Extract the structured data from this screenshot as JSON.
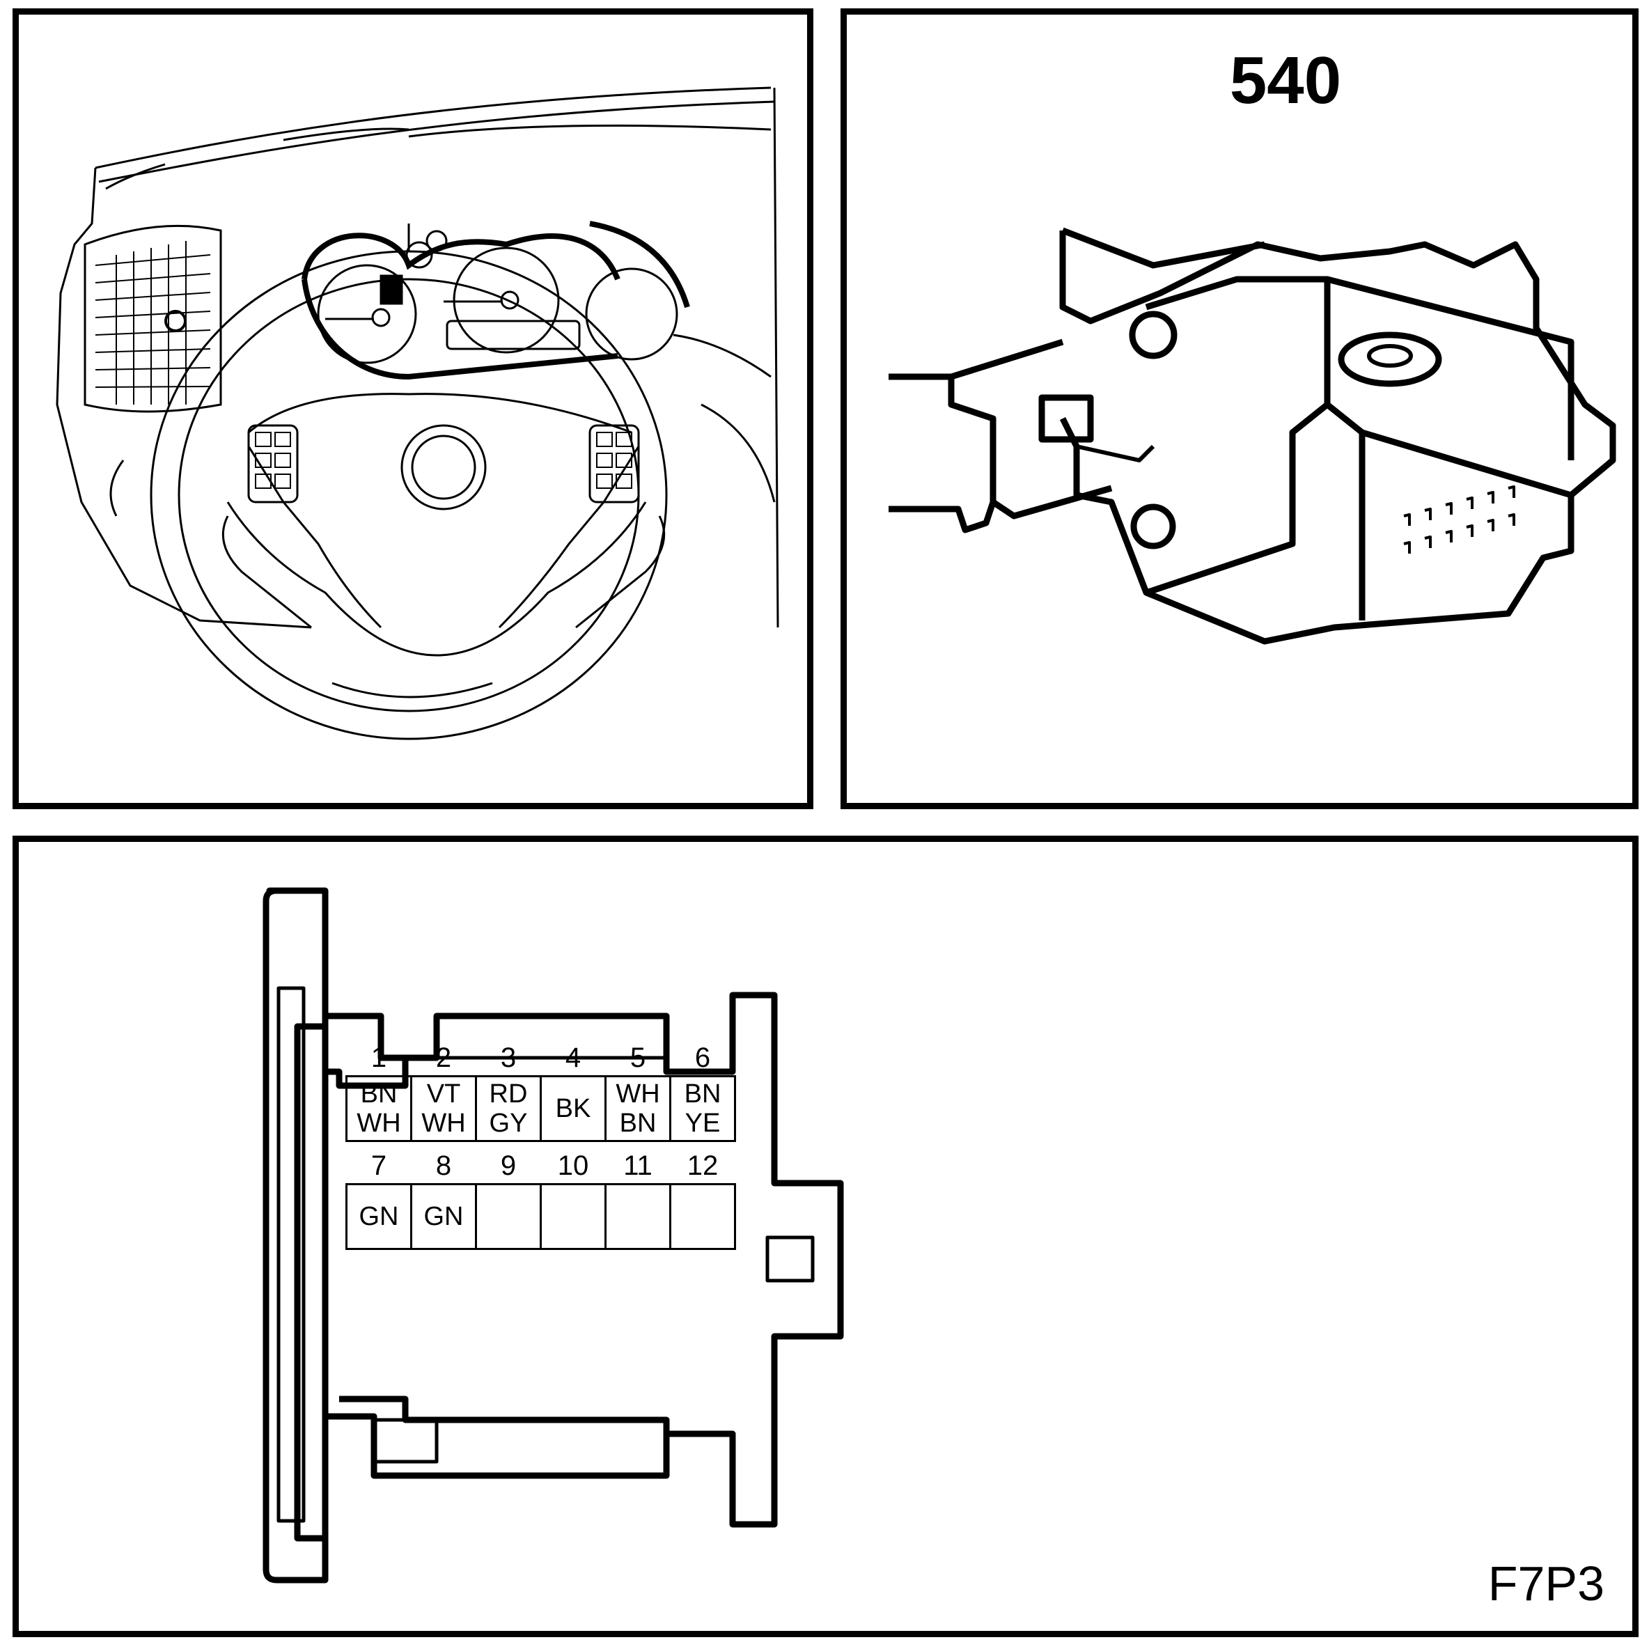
{
  "location_view": {
    "description_icon": "steering-wheel-dashboard-icon"
  },
  "connector_view": {
    "connector_number": "540",
    "icon": "connector-housing-icon"
  },
  "pinout": {
    "pins": [
      {
        "number": "1",
        "line1": "BN",
        "line2": "WH"
      },
      {
        "number": "2",
        "line1": "VT",
        "line2": "WH"
      },
      {
        "number": "3",
        "line1": "RD",
        "line2": "GY"
      },
      {
        "number": "4",
        "line1": "BK",
        "line2": ""
      },
      {
        "number": "5",
        "line1": "WH",
        "line2": "BN"
      },
      {
        "number": "6",
        "line1": "BN",
        "line2": "YE"
      },
      {
        "number": "7",
        "line1": "GN",
        "line2": ""
      },
      {
        "number": "8",
        "line1": "GN",
        "line2": ""
      },
      {
        "number": "9",
        "line1": "",
        "line2": ""
      },
      {
        "number": "10",
        "line1": "",
        "line2": ""
      },
      {
        "number": "11",
        "line1": "",
        "line2": ""
      },
      {
        "number": "12",
        "line1": "",
        "line2": ""
      }
    ],
    "figure_code": "F7P3"
  }
}
